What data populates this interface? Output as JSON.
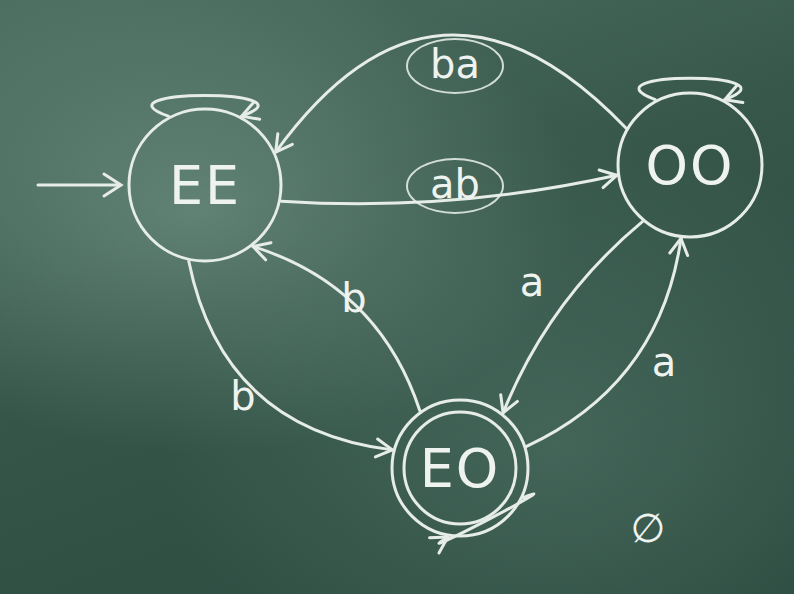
{
  "diagram": {
    "nodes": [
      {
        "text": [
          "EE"
        ]
      },
      {
        "text": [
          "OO"
        ]
      },
      {
        "text": [
          "EO"
        ]
      }
    ],
    "edges": [
      {
        "from": 0,
        "to": 0,
        "arrow": "to"
      },
      {
        "from": 1,
        "to": 1,
        "arrow": "to"
      },
      {
        "from": 1,
        "to": 0,
        "label": "ba",
        "arrow": "to"
      },
      {
        "from": 0,
        "to": 1,
        "label": "ab",
        "arrow": "to"
      },
      {
        "from": 0,
        "to": 2,
        "label": "b",
        "arrow": "to"
      },
      {
        "from": 2,
        "to": 0,
        "label": "b",
        "arrow": "to"
      },
      {
        "from": 1,
        "to": 2,
        "label": "a",
        "arrow": "to"
      },
      {
        "from": 2,
        "to": 1,
        "label": "a",
        "arrow": "to"
      },
      {
        "from": 2,
        "to": 2,
        "label": "∅",
        "arrow": "to"
      }
    ]
  }
}
